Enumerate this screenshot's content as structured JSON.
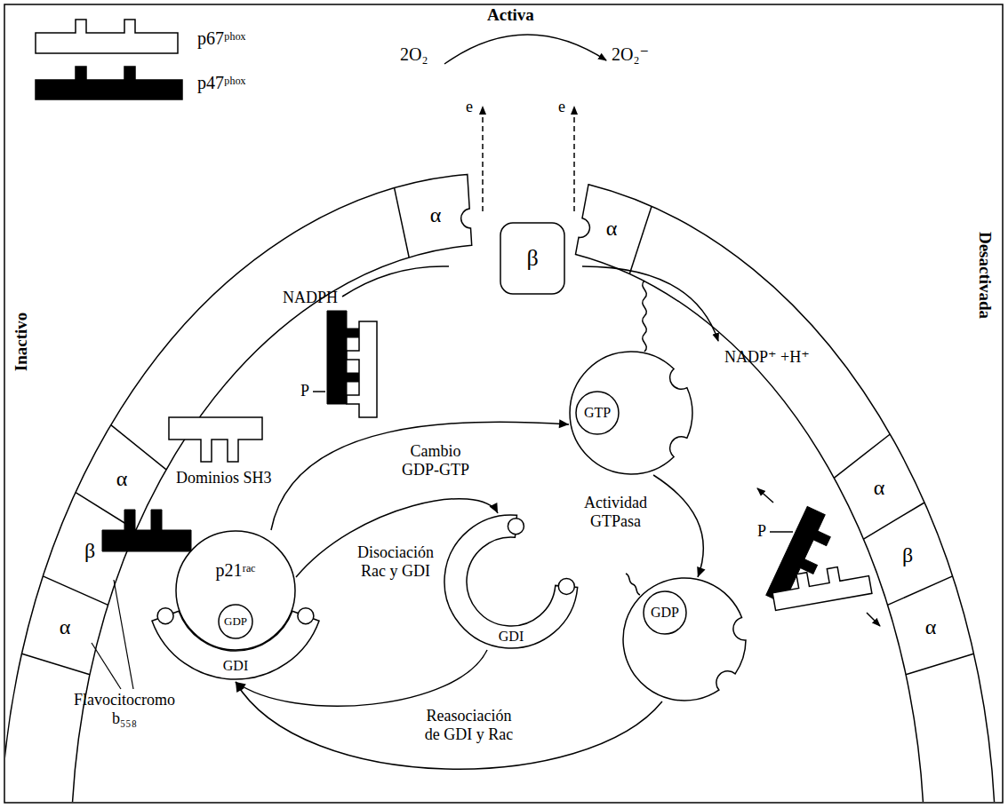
{
  "diagram": {
    "nodes": [
      {
        "text": [
          "α"
        ]
      },
      {
        "text": [
          "β"
        ]
      },
      {
        "text": [
          "α"
        ]
      },
      {
        "text": [
          "α"
        ]
      },
      {
        "text": [
          "β"
        ]
      },
      {
        "text": [
          "α"
        ]
      },
      {
        "text": [
          "α"
        ]
      },
      {
        "text": [
          "β"
        ]
      },
      {
        "text": [
          "α"
        ]
      },
      {
        "text": [
          "p21ʳᵃᶜ"
        ]
      },
      {
        "text": [
          "GDP"
        ],
        "in": 9
      },
      {
        "text": [
          "GDI"
        ]
      },
      {
        "text": [
          "GTP"
        ]
      },
      {
        "text": [
          "GDI"
        ]
      },
      {
        "text": [
          "GDP"
        ]
      }
    ],
    "edges": [
      {
        "from": 9,
        "to": 12,
        "arrow": "to",
        "label": "Cambio GDP-GTP"
      },
      {
        "from": 9,
        "to": 13,
        "arrow": "to",
        "label": "Disociación Rac y GDI"
      },
      {
        "from": 12,
        "to": 14,
        "arrow": "to",
        "label": "Actividad GTPasa"
      },
      {
        "from": 14,
        "to": 11,
        "arrow": "to",
        "label": "Reasociación de GDI y Rac"
      },
      {
        "from": 13,
        "to": 11,
        "arrow": "to"
      }
    ],
    "labels": [
      "Activa",
      "2O₂",
      "2O₂⁻",
      "e",
      "e",
      "Inactivo",
      "Desactivada",
      "NADPH",
      "P",
      "NADP⁺ +H⁺",
      "P",
      "Dominios SH3",
      "Flavocitocromo b₅₅₈"
    ],
    "legend": [
      {
        "text": "p67ᵖʰᵒˣ"
      },
      {
        "text": "p47ᵖʰᵒˣ"
      }
    ]
  }
}
